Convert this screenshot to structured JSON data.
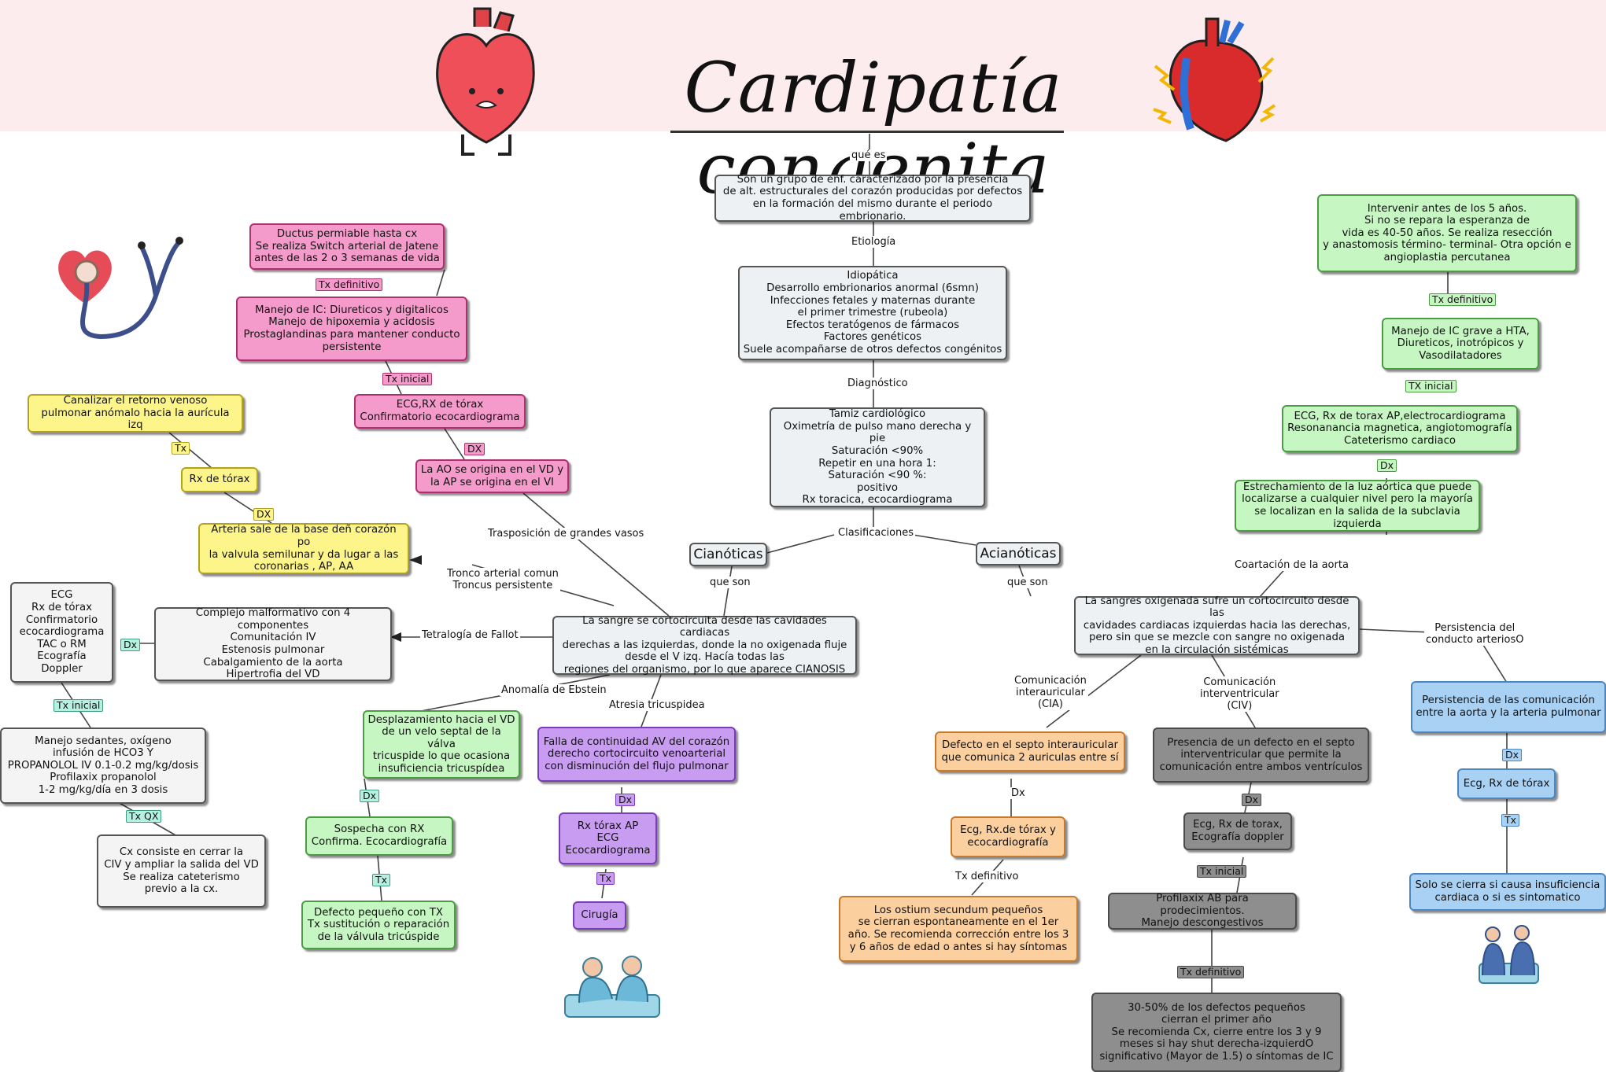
{
  "title": "Cardipatía congenita",
  "nodes": {
    "def": "Son un grupo de enf. caracterizado por la presencia\nde alt. estructurales del corazón producidas por defectos\nen la formación del mismo durante el periodo embrionario.",
    "etiologia": "Idiopática\nDesarrollo embrionarios anormal (6smn)\nInfecciones fetales y maternas durante\nel primer trimestre (rubeola)\nEfectos teratógenos de fármacos\nFactores genéticos\nSuele acompañarse de otros defectos congénitos",
    "diagnostico": "Tamiz cardiológico\nOximetría de pulso mano derecha y pie\nSaturación <90%\nRepetir en una hora 1:\nSaturación <90 %:\npositivo\nRx toracica, ecocardiograma",
    "cianoticas": "Cianóticas",
    "acianoticas": "Acianóticas",
    "cian_desc": "La sangre se cortocircuita desde las cavidades cardiacas\nderechas a las izquierdas, donde la no oxigenada fluje\ndesde el V izq. Hacía todas las\nregiones del organismo, por lo que aparece CIANOSIS",
    "acian_desc": "La sangres oxigenada sufre un cortocircuito desde las\ncavidades cardiacas izquierdas hacia las derechas,\npero sin que se mezcle con sangre no oxigenada\nen la circulación sistémicas",
    "tgv_txdef": "Ductus permiable hasta cx\nSe realiza Switch arterial de Jatene\nantes de las 2 o 3 semanas de vida",
    "tgv_txini": "Manejo de IC: Diureticos y digitalicos\nManejo de hipoxemia y acidosis\nProstaglandinas para mantener conducto\npersistente",
    "tgv_dx": "ECG,RX de tórax\nConfirmatorio ecocardiograma",
    "tgv_desc": "La AO se origina en el VD y\nla AP se origina en el VI",
    "ta_tx": "Canalizar el retorno venoso\npulmonar anómalo hacia la aurícula izq",
    "ta_dx": "Rx de tórax",
    "ta_desc": "Arteria sale de la base deñ corazón po\nla valvula semilunar y da lugar a las\ncoronarias , AP, AA",
    "fallot_desc": "Complejo malformativo con 4 componentes\nComunitación IV\nEstenosis pulmonar\nCabalgamiento de la aorta\nHipertrofia del VD",
    "fallot_dx": "ECG\nRx de tórax\nConfirmatorio\necocardiograma\nTAC o RM\nEcografía\nDoppler",
    "fallot_txini": "Manejo sedantes, oxígeno\ninfusión de HCO3 Y\nPROPANOLOL IV 0.1-0.2 mg/kg/dosis\nProfilaxix propanolol\n1-2 mg/kg/día en 3 dosis",
    "fallot_txqx": "Cx consiste en cerrar la\nCIV y ampliar la salida del VD\nSe realiza cateterismo\nprevio a la cx.",
    "ebstein_desc": "Desplazamiento hacia el VD\nde un velo septal de la válva\ntricuspide lo que ocasiona\ninsuficiencia tricuspídea",
    "ebstein_dx": "Sospecha con RX\nConfirma. Ecocardiografía",
    "ebstein_tx": "Defecto pequeño con TX\nTx sustitución o reparación\nde la válvula tricúspide",
    "atresia_desc": "Falla de continuidad AV del corazón\nderecho cortocircuito venoarterial\ncon disminución del flujo pulmonar",
    "atresia_dx": "Rx tórax AP\nECG\nEcocardiograma",
    "atresia_tx": "Cirugía",
    "cia_desc": "Defecto en el septo interauricular\nque comunica 2 auriculas entre sí",
    "cia_dx": "Ecg, Rx.de tórax y\necocardiografía",
    "cia_tx": "Los ostium secundum pequeños\nse cierran espontaneamente en el 1er\naño. Se recomienda corrección entre los 3\ny 6 años de edad o antes si hay síntomas",
    "civ_desc": "Presencia de un defecto en el septo\ninterventricular que permite la\ncomunicación entre ambos ventrículos",
    "civ_dx": "Ecg, Rx de torax,\nEcografía doppler",
    "civ_txini": "Profilaxix AB para prodecimientos.\nManejo descongestivos",
    "civ_txdef": "30-50% de los defectos pequeños\ncierran el primer año\nSe recomienda Cx, cierre entre los 3 y 9\nmeses si hay shut derecha-izquierdO\nsignificativo (Mayor de 1.5) o síntomas de IC",
    "coa_txdef": "Intervenir antes de los 5 años.\nSi no  se repara la esperanza de\nvida es 40-50 años. Se realiza resección\ny anastomosis término- terminal- Otra opción e\nangioplastia percutanea",
    "coa_txini": "Manejo de IC grave a HTA,\nDiureticos, inotrópicos y\nVasodilatadores",
    "coa_dx": "ECG, Rx de torax AP,electrocardiograma\nResonanancia magnetica, angiotomografía\nCateterismo cardiaco",
    "coa_desc": "Estrechamiento de la luz aórtica que puede\nlocalizarse a cualquier nivel pero la mayoría\nse localizan en la salida de la subclavia izquierda",
    "pca_desc": "Persistencia de las comunicación\nentre la aorta y la arteria pulmonar",
    "pca_dx": "Ecg, Rx de tórax",
    "pca_tx": "Solo se cierra si causa insuficiencia\ncardiaca o si es sintomatico"
  },
  "labels": {
    "que_es": "qué es",
    "etiologia": "Etiología",
    "diagnostico": "Diagnóstico",
    "clasificaciones": "Clasificaciones",
    "que_son_c": "que son",
    "que_son_a": "que son",
    "tgv": "Trasposición de grandes vasos",
    "truncus": "Tronco arterial comun\nTroncus persistente",
    "fallot": "Tetralogía de Fallot",
    "ebstein": "Anomalía de Ebstein",
    "atresia": "Atresia tricuspidea",
    "coa": "Coartación de la aorta",
    "pca": "Persistencia del\nconducto arteriosO",
    "cia": "Comunicación\ninterauricular\n(CIA)",
    "civ": "Comunicación\ninterventricular\n(CIV)",
    "cia_dx": "Dx",
    "cia_tx": "Tx definitivo"
  },
  "tags": {
    "tgv_txdef": "Tx definitivo",
    "tgv_txini": "Tx inicial",
    "tgv_dx": "DX",
    "ta_tx": "Tx",
    "ta_dx": "DX",
    "fallot_dx": "Dx",
    "fallot_txini": "Tx inicial",
    "fallot_txqx": "Tx QX",
    "ebstein_dx": "Dx",
    "ebstein_tx": "Tx",
    "atresia_dx": "Dx",
    "atresia_tx": "Tx",
    "civ_dx": "Dx",
    "civ_txini": "Tx inicial",
    "civ_txdef": "Tx definitivo",
    "coa_txdef": "Tx definitivo",
    "coa_txini": "TX inicial",
    "coa_dx": "Dx",
    "pca_dx": "Dx",
    "pca_tx": "Tx"
  },
  "colors": {
    "header": "#fdecee",
    "pink": "#f59bcb",
    "yellow": "#fdf58a",
    "green": "#c6f7c2",
    "purple": "#c89cf0",
    "orange": "#fbcf9e",
    "dark": "#8e8e8e",
    "blue": "#a9d1f4",
    "gray": "#eef1f3"
  },
  "icons": [
    "cartoon-heart-icon",
    "anatomical-heart-icon",
    "stethoscope-heart-icon",
    "surgeons-icon",
    "surgeons-icon"
  ]
}
